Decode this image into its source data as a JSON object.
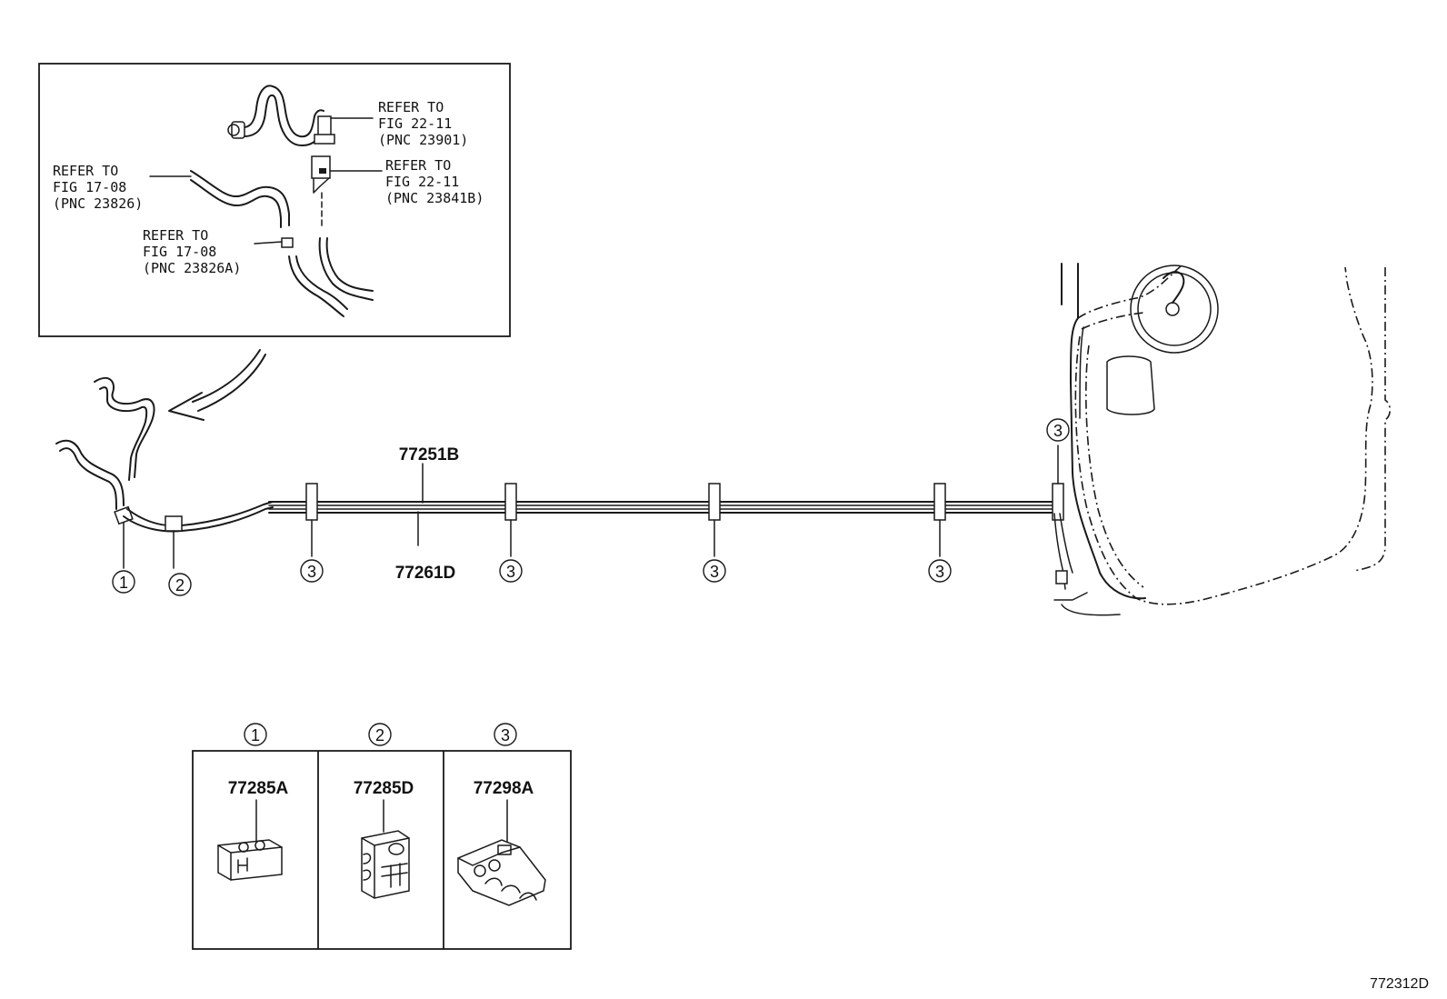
{
  "inset_refs": {
    "ref_23901": {
      "line1": "REFER TO",
      "line2": "FIG 22-11",
      "line3": "(PNC 23901)"
    },
    "ref_23841b": {
      "line1": "REFER TO",
      "line2": "FIG 22-11",
      "line3": "(PNC 23841B)"
    },
    "ref_23826": {
      "line1": "REFER TO",
      "line2": "FIG 17-08",
      "line3": "(PNC 23826)"
    },
    "ref_23826a": {
      "line1": "REFER TO",
      "line2": "FIG 17-08",
      "line3": "(PNC 23826A)"
    }
  },
  "parts": {
    "upper_tube": "77251B",
    "lower_tube": "77261D"
  },
  "callouts": {
    "one": "1",
    "two": "2",
    "three": "3"
  },
  "legend": [
    {
      "number": "1",
      "part": "77285A"
    },
    {
      "number": "2",
      "part": "77285D"
    },
    {
      "number": "3",
      "part": "77298A"
    }
  ],
  "figure_code": "772312D"
}
